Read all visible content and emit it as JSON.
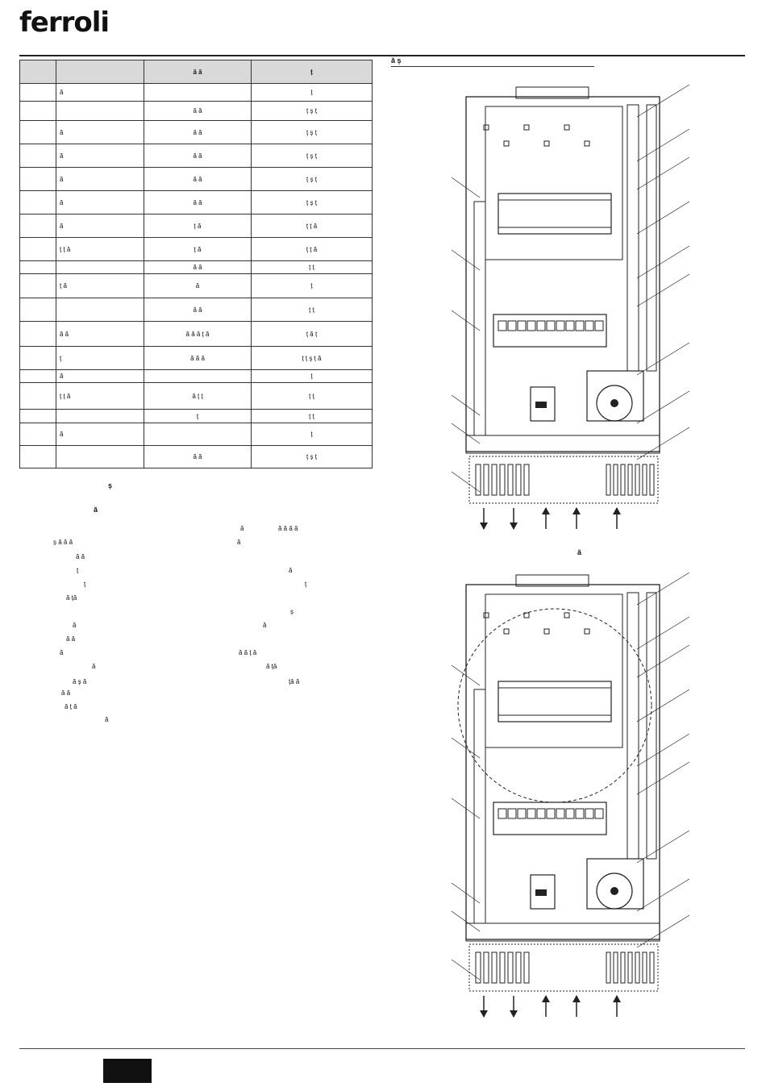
{
  "header": {
    "brand": "ferroli"
  },
  "table": {
    "headers": [
      "",
      "",
      "ă    ă",
      "ț"
    ],
    "rows": [
      {
        "c1": "",
        "c2": "ă",
        "c3": "",
        "c4": "ț",
        "h": 22
      },
      {
        "c1": "",
        "c2": "",
        "c3": "ă          ă",
        "c4": "ț ș          ț",
        "h": 24
      },
      {
        "c1": "",
        "c2": "ă",
        "c3": "ă          ă",
        "c4": "ț ș          ț",
        "h": 29
      },
      {
        "c1": "",
        "c2": "ă",
        "c3": "ă          ă",
        "c4": "ț ș          ț",
        "h": 29
      },
      {
        "c1": "",
        "c2": "ă",
        "c3": "ă          ă",
        "c4": "ț ș          ț",
        "h": 29
      },
      {
        "c1": "",
        "c2": "ă",
        "c3": "ă          ă",
        "c4": "ț ș          ț",
        "h": 29
      },
      {
        "c1": "",
        "c2": "ă",
        "c3": "ț       ă",
        "c4": "ț    ț     ă",
        "h": 29
      },
      {
        "c1": "",
        "c2": "ț   ț  ă",
        "c3": "ț       ă",
        "c4": "ț    ț     ă",
        "h": 29
      },
      {
        "c1": "",
        "c2": "",
        "c3": "ă  ă",
        "c4": "ț    ț",
        "h": 16
      },
      {
        "c1": "",
        "c2": "ț          ă",
        "c3": "ă",
        "c4": "ț",
        "h": 30
      },
      {
        "c1": "",
        "c2": "",
        "c3": "ă    ă",
        "c4": "ț            ț",
        "h": 29
      },
      {
        "c1": "",
        "c2": "ă    ă",
        "c3": "ă      ă   ă   ț   ă",
        "c4": "ț            ă ț",
        "h": 31
      },
      {
        "c1": "",
        "c2": "ț",
        "c3": "ă   ă  ă",
        "c4": "ț   ț    ș   ț  ă",
        "h": 29
      },
      {
        "c1": "",
        "c2": "ă",
        "c3": "",
        "c4": "ț",
        "h": 16
      },
      {
        "c1": "",
        "c2": "ț     ț  ă",
        "c3": "ă   ț  ț",
        "c4": "ț          ț",
        "h": 33
      },
      {
        "c1": "",
        "c2": "",
        "c3": "ț",
        "c4": "ț          ț",
        "h": 17
      },
      {
        "c1": "",
        "c2": "ă",
        "c3": "",
        "c4": "ț",
        "h": 28
      },
      {
        "c1": "",
        "c2": "",
        "c3": "ă          ă",
        "c4": "ț ș          ț",
        "h": 28
      }
    ]
  },
  "section": {
    "title1": "ș",
    "title2": "ă",
    "fragments": [
      "ă",
      "ă   ă   ă   ă",
      "ș   ă   ă   ă",
      "ă",
      "ă   ă",
      "ț",
      "ă",
      "ț",
      "ț",
      "ă   țâ",
      "ș",
      "ă",
      "ă",
      "ă   ă",
      "ă",
      "ă   ă   ț   ă",
      "ă",
      "ă   țâ",
      "ă   ș   ă",
      "țâ   ă",
      "ă   ă",
      "ă   ț   ă",
      "ă"
    ]
  },
  "figures": {
    "fig1_title": "ă ș",
    "fig2_title": "ă"
  }
}
